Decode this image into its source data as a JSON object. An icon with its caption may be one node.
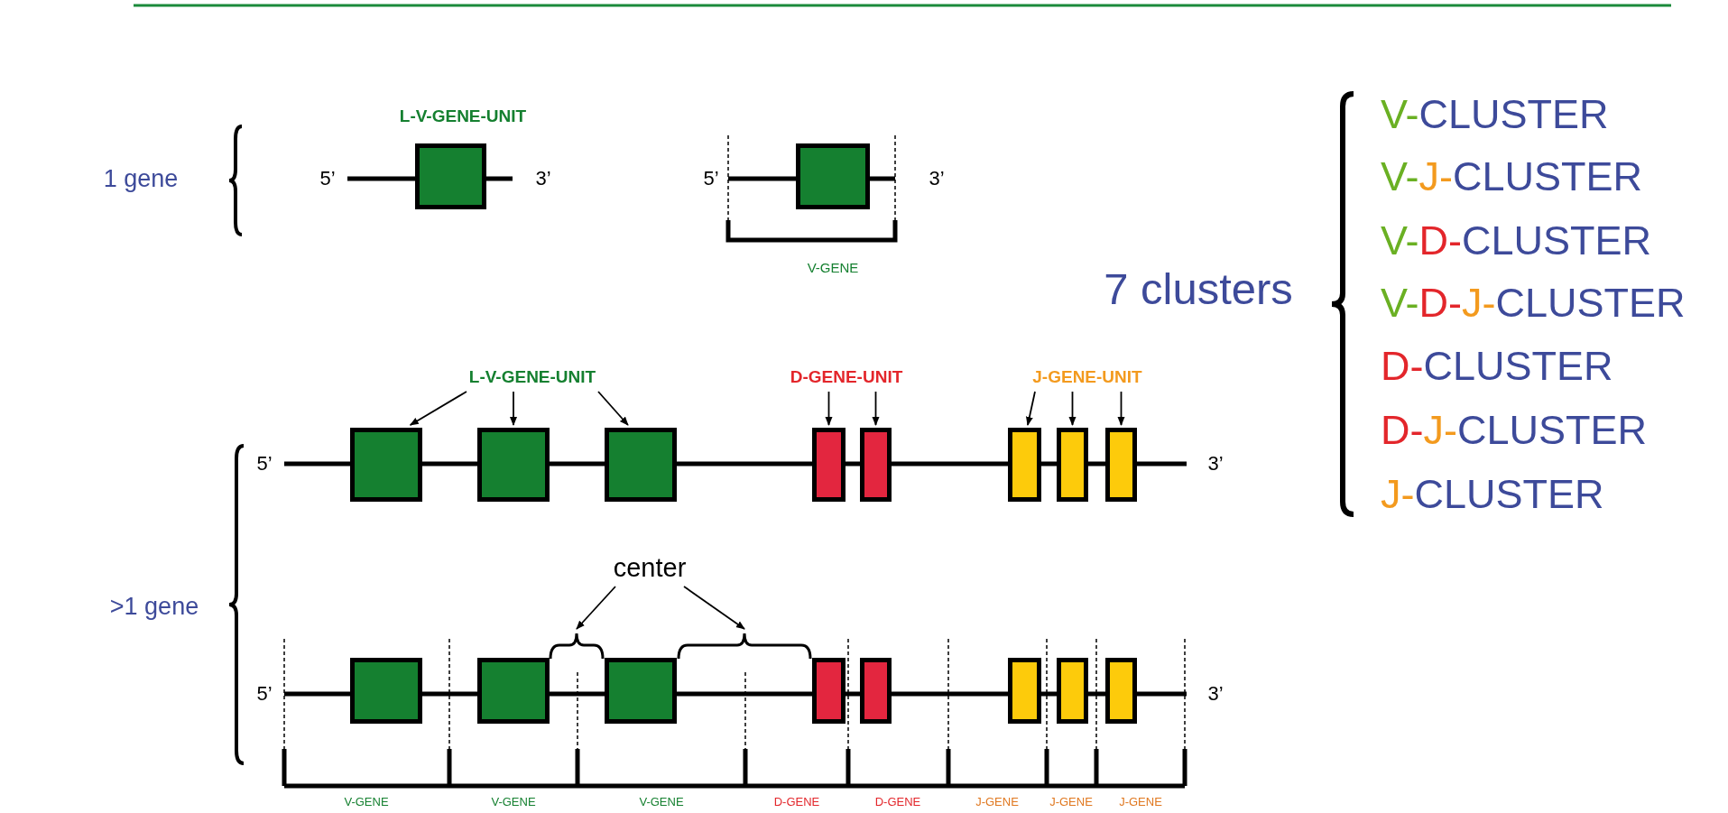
{
  "diagram": {
    "nodes": [
      {
        "text": [],
        "shape": "box"
      },
      {
        "text": [],
        "shape": "box"
      },
      {
        "text": [
          "L-V-GENE-UNIT"
        ]
      },
      {
        "text": [
          "D-GENE-UNIT"
        ]
      },
      {
        "text": [
          "J-GENE-UNIT"
        ]
      },
      {
        "text": [],
        "shape": "box"
      },
      {
        "text": [],
        "shape": "box"
      },
      {
        "text": [],
        "shape": "box"
      },
      {
        "text": [],
        "shape": "box"
      },
      {
        "text": [],
        "shape": "box"
      },
      {
        "text": [],
        "shape": "box"
      },
      {
        "text": [],
        "shape": "box"
      },
      {
        "text": [],
        "shape": "box"
      },
      {
        "text": [
          "center"
        ]
      },
      {
        "text": [],
        "shape": "brace"
      },
      {
        "text": [],
        "shape": "brace"
      },
      {
        "text": [],
        "shape": "box"
      },
      {
        "text": [],
        "shape": "box"
      },
      {
        "text": [],
        "shape": "box"
      },
      {
        "text": [],
        "shape": "box"
      },
      {
        "text": [],
        "shape": "box"
      },
      {
        "text": [],
        "shape": "box"
      },
      {
        "text": [],
        "shape": "box"
      },
      {
        "text": [],
        "shape": "box"
      }
    ],
    "edges": [
      {
        "from": 2,
        "to": 5,
        "arrow": "to"
      },
      {
        "from": 2,
        "to": 6,
        "arrow": "to"
      },
      {
        "from": 2,
        "to": 7,
        "arrow": "to"
      },
      {
        "from": 3,
        "to": 8,
        "arrow": "to"
      },
      {
        "from": 3,
        "to": 9,
        "arrow": "to"
      },
      {
        "from": 4,
        "to": 10,
        "arrow": "to"
      },
      {
        "from": 4,
        "to": 11,
        "arrow": "to"
      },
      {
        "from": 4,
        "to": 12,
        "arrow": "to"
      },
      {
        "from": 13,
        "to": 14,
        "arrow": "to"
      },
      {
        "from": 13,
        "to": 15,
        "arrow": "to"
      }
    ],
    "labels": [
      "L-V-GENE-UNIT",
      "1 gene",
      "5’",
      "3’",
      "5’",
      "3’",
      "V-GENE",
      "7 clusters",
      "V-CLUSTER",
      "V-J-CLUSTER",
      "V-D-CLUSTER",
      "V-D-J-CLUSTER",
      "D-CLUSTER",
      "D-J-CLUSTER",
      "J-CLUSTER",
      "5’",
      "3’",
      ">1 gene",
      "5’",
      "3’",
      "V-GENE",
      "V-GENE",
      "V-GENE",
      "D-GENE",
      "D-GENE",
      "J-GENE",
      "J-GENE",
      "J-GENE"
    ]
  }
}
